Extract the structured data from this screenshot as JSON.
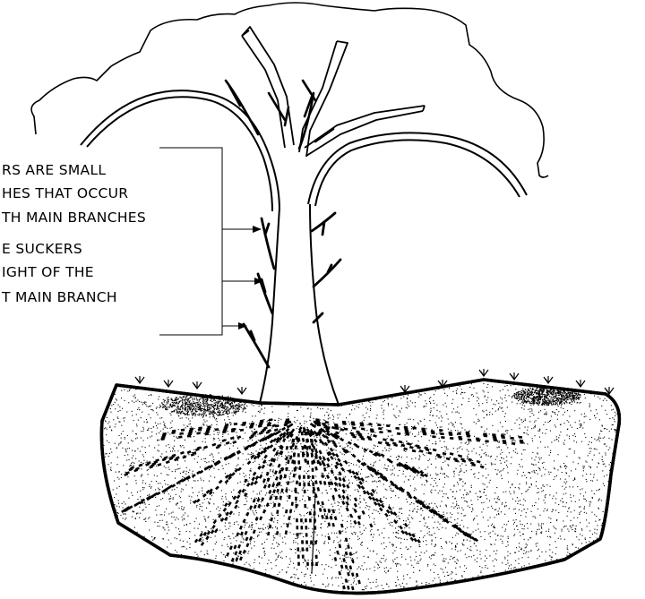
{
  "colors": {
    "ink": "#000000",
    "background": "#ffffff"
  },
  "annotation": {
    "lines": [
      "RS   ARE SMALL",
      "HES  THAT  OCCUR",
      "TH  MAIN  BRANCHES",
      "E  SUCKERS",
      "IGHT  OF  THE",
      "T  MAIN  BRANCH"
    ]
  }
}
